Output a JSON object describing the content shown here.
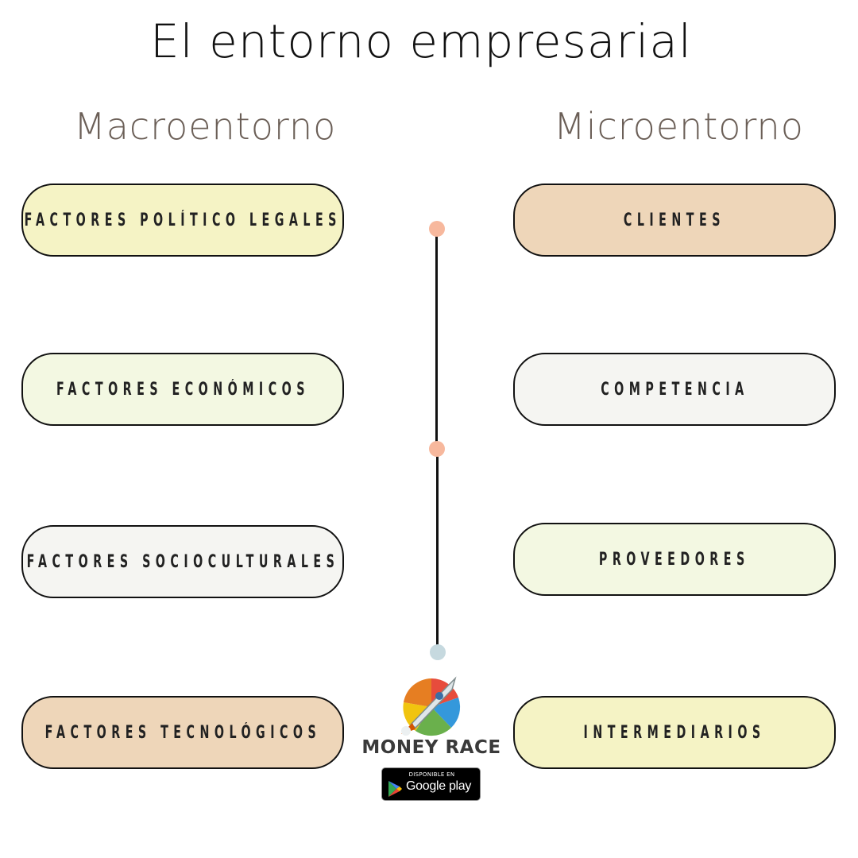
{
  "title": "El entorno empresarial",
  "columns": {
    "macro": {
      "heading": "Macroentorno",
      "items": [
        {
          "label": "FACTORES POLÍTICO LEGALES",
          "color": "#f5f3c5"
        },
        {
          "label": "FACTORES ECONÓMICOS",
          "color": "#f3f8e2"
        },
        {
          "label": "FACTORES SOCIOCULTURALES",
          "color": "#f5f5f2"
        },
        {
          "label": "FACTORES TECNOLÓGICOS",
          "color": "#eed6b9"
        }
      ]
    },
    "micro": {
      "heading": "Microentorno",
      "items": [
        {
          "label": "CLIENTES",
          "color": "#eed6b9"
        },
        {
          "label": "COMPETENCIA",
          "color": "#f5f5f2"
        },
        {
          "label": "PROVEEDORES",
          "color": "#f3f8e2"
        },
        {
          "label": "INTERMEDIARIOS",
          "color": "#f5f3c5"
        }
      ]
    }
  },
  "timeline": {
    "dot_colors": [
      "#f7b89d",
      "#f7b89d",
      "#c6d9df"
    ]
  },
  "logo": {
    "name": "MONEY RACE",
    "badge_small": "DISPONIBLE EN",
    "badge_big": "Google play"
  }
}
